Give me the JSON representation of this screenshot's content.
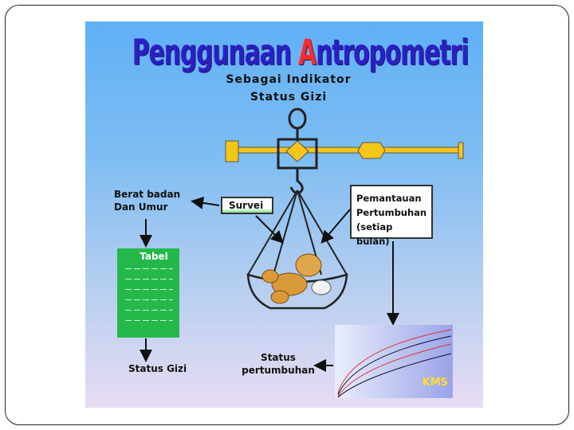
{
  "title": {
    "part1": "Penggunaan ",
    "accent": "A",
    "part2": "ntropometri"
  },
  "subtitle": {
    "line1": "Sebagai Indikator",
    "line2": "Status Gizi"
  },
  "labels": {
    "berat_badan": "Berat badan",
    "dan_umur": "Dan Umur",
    "survei": "Survei",
    "pemantauan_line1": "Pemantauan",
    "pemantauan_line2": "Pertumbuhan",
    "pemantauan_line3": "(setiap bulan)",
    "tabel": "Tabel",
    "status_gizi": "Status Gizi",
    "status": "Status",
    "pertumbuhan": "pertumbuhan",
    "kms": "KMS"
  },
  "colors": {
    "title": "#2b1fc2",
    "title_accent": "#ff2a2a",
    "scale_bar": "#f5c518",
    "tabel_bg": "#24b84a",
    "kms_text": "#ffdd33"
  }
}
